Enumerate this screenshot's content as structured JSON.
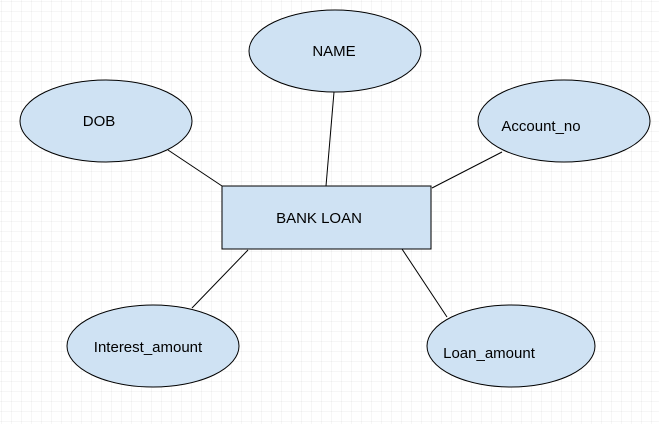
{
  "diagram": {
    "entity": {
      "label": "BANK LOAN"
    },
    "attributes": {
      "name": {
        "label": "NAME"
      },
      "dob": {
        "label": "DOB"
      },
      "account_no": {
        "label": "Account_no"
      },
      "interest_amount": {
        "label": "Interest_amount"
      },
      "loan_amount": {
        "label": "Loan_amount"
      }
    },
    "colors": {
      "shape_fill": "#cfe2f3",
      "stroke": "#000000"
    }
  }
}
